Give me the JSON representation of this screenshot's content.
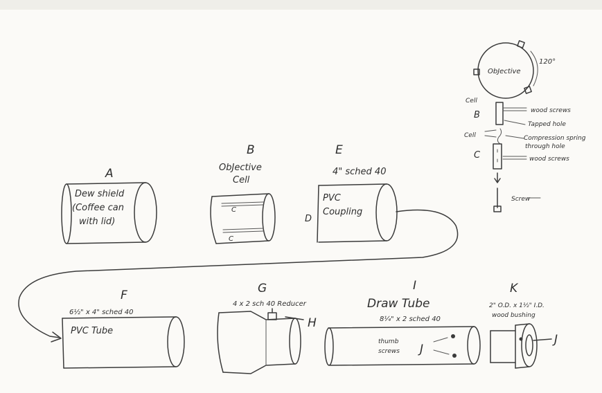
{
  "parts": {
    "A": {
      "letter": "A",
      "line1": "Dew shield",
      "line2": "(Coffee can",
      "line3": "with lid)"
    },
    "B": {
      "letter": "B",
      "line1": "ObJective",
      "line2": "Cell",
      "c1": "C",
      "c2": "C"
    },
    "E": {
      "letter": "E",
      "spec": "4\" sched 40",
      "line1": "PVC",
      "line2": "Coupling",
      "d": "D"
    },
    "F": {
      "letter": "F",
      "spec": "6½\" x 4\" sched 40",
      "body": "PVC Tube"
    },
    "G": {
      "letter": "G",
      "spec": "4 x 2 sch 40 Reducer",
      "h": "H"
    },
    "I": {
      "letter": "I",
      "title": "Draw Tube",
      "spec": "8¼\" x 2 sched 40",
      "thumb1": "thumb",
      "thumb2": "screws",
      "j": "J"
    },
    "K": {
      "letter": "K",
      "spec1": "2\" O.D. x 1½\" I.D.",
      "spec2": "wood bushing",
      "j": "J"
    }
  },
  "detail": {
    "objective": "ObJective",
    "angle": "120°",
    "cell": "Cell",
    "b": "B",
    "wood_screws_top": "wood screws",
    "tapped_hole": "Tapped hole",
    "cell2": "Cell",
    "compression_spring": "Compression spring",
    "through_hole": "through hole",
    "c": "C",
    "wood_screws_bottom": "wood screws",
    "screw": "Screw"
  }
}
